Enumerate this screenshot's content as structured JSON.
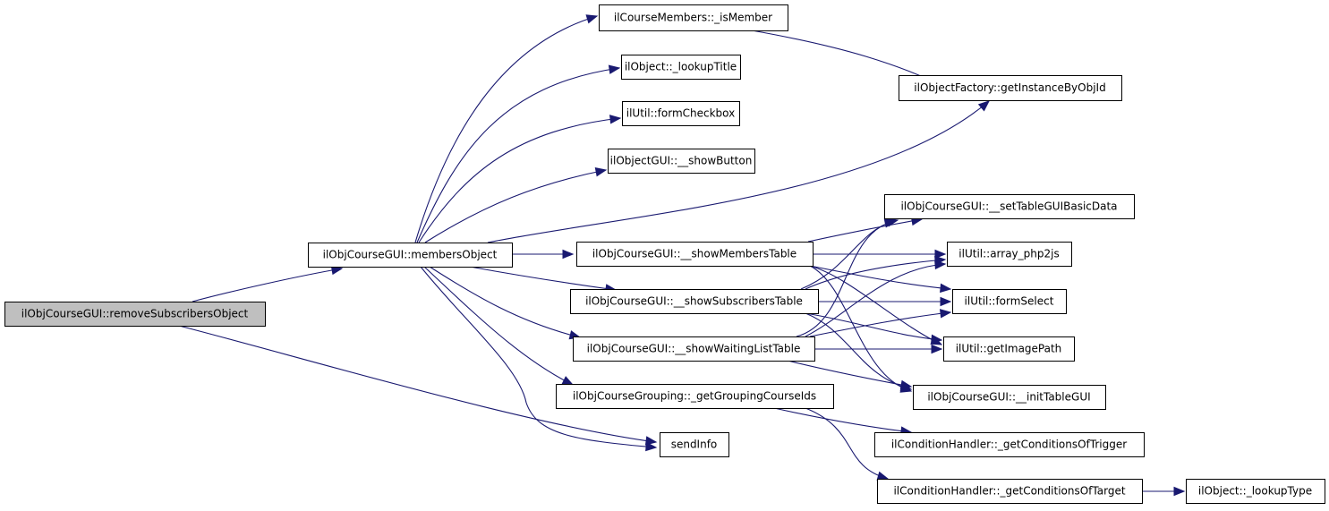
{
  "graph": {
    "type": "call-graph",
    "colors": {
      "edge": "#191970",
      "node_border": "#000000",
      "node_fill": "#ffffff",
      "root_fill": "#bfbfbf",
      "text": "#000000"
    },
    "nodes": [
      {
        "id": "removeSubscribersObject",
        "label": "ilObjCourseGUI::removeSubscribersObject",
        "root": true
      },
      {
        "id": "membersObject",
        "label": "ilObjCourseGUI::membersObject"
      },
      {
        "id": "isMember",
        "label": "ilCourseMembers::_isMember"
      },
      {
        "id": "lookupTitle",
        "label": "ilObject::_lookupTitle"
      },
      {
        "id": "formCheckbox",
        "label": "ilUtil::formCheckbox"
      },
      {
        "id": "showButton",
        "label": "ilObjectGUI::__showButton"
      },
      {
        "id": "getInstanceByObjId",
        "label": "ilObjectFactory::getInstanceByObjId"
      },
      {
        "id": "setTableGUIBasicData",
        "label": "ilObjCourseGUI::__setTableGUIBasicData"
      },
      {
        "id": "showMembersTable",
        "label": "ilObjCourseGUI::__showMembersTable"
      },
      {
        "id": "showSubscribersTable",
        "label": "ilObjCourseGUI::__showSubscribersTable"
      },
      {
        "id": "showWaitingListTable",
        "label": "ilObjCourseGUI::__showWaitingListTable"
      },
      {
        "id": "arrayPhp2js",
        "label": "ilUtil::array_php2js"
      },
      {
        "id": "formSelect",
        "label": "ilUtil::formSelect"
      },
      {
        "id": "getImagePath",
        "label": "ilUtil::getImagePath"
      },
      {
        "id": "initTableGUI",
        "label": "ilObjCourseGUI::__initTableGUI"
      },
      {
        "id": "getGroupingCourseIds",
        "label": "ilObjCourseGrouping::_getGroupingCourseIds"
      },
      {
        "id": "sendInfo",
        "label": "sendInfo"
      },
      {
        "id": "getConditionsOfTrigger",
        "label": "ilConditionHandler::_getConditionsOfTrigger"
      },
      {
        "id": "getConditionsOfTarget",
        "label": "ilConditionHandler::_getConditionsOfTarget"
      },
      {
        "id": "lookupType",
        "label": "ilObject::_lookupType"
      }
    ],
    "edges": [
      [
        "removeSubscribersObject",
        "membersObject"
      ],
      [
        "removeSubscribersObject",
        "sendInfo"
      ],
      [
        "membersObject",
        "isMember"
      ],
      [
        "membersObject",
        "lookupTitle"
      ],
      [
        "membersObject",
        "formCheckbox"
      ],
      [
        "membersObject",
        "showButton"
      ],
      [
        "membersObject",
        "getInstanceByObjId"
      ],
      [
        "membersObject",
        "showMembersTable"
      ],
      [
        "membersObject",
        "showSubscribersTable"
      ],
      [
        "membersObject",
        "showWaitingListTable"
      ],
      [
        "membersObject",
        "getGroupingCourseIds"
      ],
      [
        "membersObject",
        "sendInfo"
      ],
      [
        "isMember",
        "getInstanceByObjId"
      ],
      [
        "showMembersTable",
        "setTableGUIBasicData"
      ],
      [
        "showMembersTable",
        "arrayPhp2js"
      ],
      [
        "showMembersTable",
        "formSelect"
      ],
      [
        "showMembersTable",
        "getImagePath"
      ],
      [
        "showMembersTable",
        "initTableGUI"
      ],
      [
        "showSubscribersTable",
        "setTableGUIBasicData"
      ],
      [
        "showSubscribersTable",
        "arrayPhp2js"
      ],
      [
        "showSubscribersTable",
        "formSelect"
      ],
      [
        "showSubscribersTable",
        "getImagePath"
      ],
      [
        "showSubscribersTable",
        "initTableGUI"
      ],
      [
        "showWaitingListTable",
        "setTableGUIBasicData"
      ],
      [
        "showWaitingListTable",
        "arrayPhp2js"
      ],
      [
        "showWaitingListTable",
        "formSelect"
      ],
      [
        "showWaitingListTable",
        "getImagePath"
      ],
      [
        "showWaitingListTable",
        "initTableGUI"
      ],
      [
        "getGroupingCourseIds",
        "getConditionsOfTrigger"
      ],
      [
        "getGroupingCourseIds",
        "getConditionsOfTarget"
      ],
      [
        "getConditionsOfTarget",
        "lookupType"
      ]
    ]
  }
}
